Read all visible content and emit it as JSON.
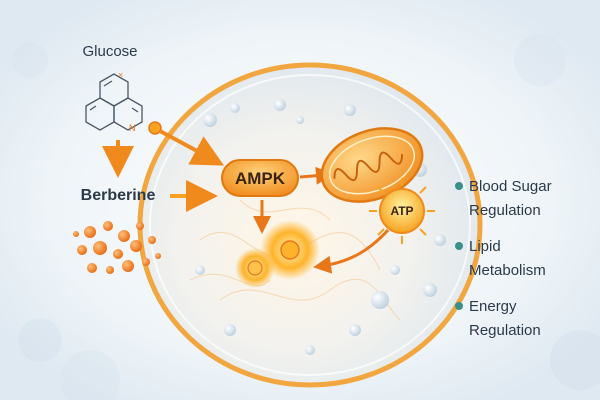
{
  "labels": {
    "glucose": "Glucose",
    "berberine": "Berberine",
    "ampk": "AMPK",
    "atp": "ATP"
  },
  "effects": [
    {
      "lines": [
        "Blood Sugar",
        "Regulation"
      ]
    },
    {
      "lines": [
        "Lipid",
        "Metabolism"
      ]
    },
    {
      "lines": [
        "Energy",
        "Regulation"
      ]
    }
  ],
  "colors": {
    "accent_orange": "#f08a1c",
    "node_fill": "#f7a21e",
    "bullet_teal": "#3a8f8a",
    "text_dark": "#2b3a4a",
    "cell_membrane": "#f2a640"
  }
}
